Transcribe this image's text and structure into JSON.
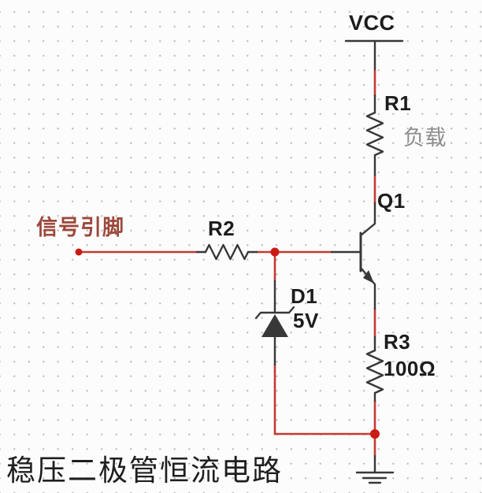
{
  "diagram": {
    "title": "稳压二极管恒流电路",
    "power_rail": {
      "label": "VCC"
    },
    "signal_pin": {
      "label": "信号引脚"
    },
    "components": {
      "r1": {
        "ref": "R1",
        "note": "负载"
      },
      "r2": {
        "ref": "R2"
      },
      "q1": {
        "ref": "Q1"
      },
      "d1": {
        "ref": "D1",
        "value": "5V"
      },
      "r3": {
        "ref": "R3",
        "value": "100Ω"
      }
    },
    "colors": {
      "wire": "#c43a31",
      "junction": "#cc1a14",
      "symbol": "#383838",
      "label": "#1c1c1c",
      "note": "#8c8c8c",
      "signal": "#9c483c",
      "grid": "#bfbfbf"
    }
  }
}
